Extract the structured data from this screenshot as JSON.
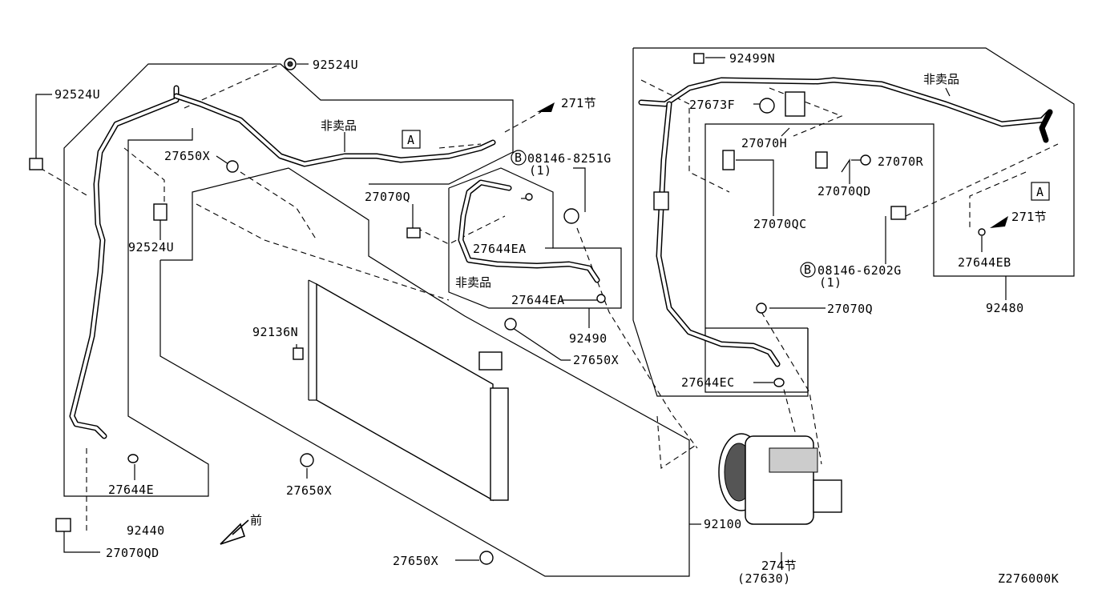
{
  "labels": {
    "l_92524U_top": "92524U",
    "l_92524U_left": "92524U",
    "l_92524U_mid": "92524U",
    "l_27650X_a": "27650X",
    "l_27650X_b": "27650X",
    "l_27650X_c": "27650X",
    "l_27650X_d": "27650X",
    "l_27070Q_a": "27070Q",
    "l_27070Q_b": "27070Q",
    "l_27070QC": "27070QC",
    "l_27070QD_a": "27070QD",
    "l_27070QD_b": "27070QD",
    "l_27070H": "27070H",
    "l_27070R": "27070R",
    "l_27644EA_a": "27644EA",
    "l_27644EA_b": "27644EA",
    "l_27644EB": "27644EB",
    "l_27644EC": "27644EC",
    "l_27644E": "27644E",
    "l_27673F": "27673F",
    "l_92499N": "92499N",
    "l_92136N": "92136N",
    "l_92490": "92490",
    "l_92480": "92480",
    "l_92440": "92440",
    "l_92100": "92100",
    "l_271_a": "271节",
    "l_271_b": "271节",
    "l_274": "274节",
    "l_27630": "(27630)",
    "l_08146_8251G": "08146-8251G",
    "l_08146_8251G_qty": "(1)",
    "l_08146_6202G": "08146-6202G",
    "l_08146_6202G_qty": "(1)",
    "l_bolt_b1": "B",
    "l_bolt_b2": "B",
    "l_fei_a": "非卖品",
    "l_fei_b": "非卖品",
    "l_fei_c": "非卖品",
    "l_ref_a1": "A",
    "l_ref_a2": "A",
    "l_front": "前",
    "l_diagram_id": "Z276000K"
  }
}
